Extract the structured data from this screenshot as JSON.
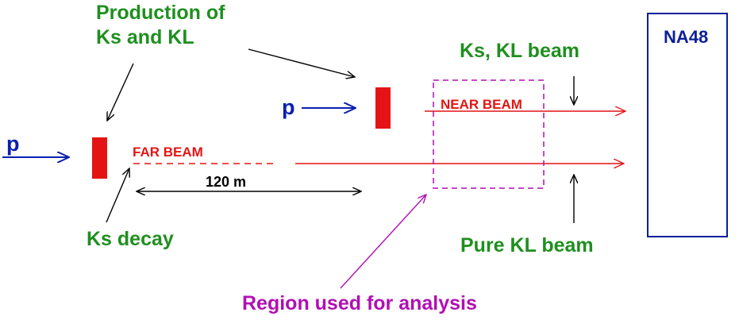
{
  "labels": {
    "production_line1": "Production of",
    "production_line2": "Ks and KL",
    "ks_kl_beam": "Ks, KL beam",
    "na48": "NA48",
    "p_near": "p",
    "p_far": "p",
    "near_beam": "NEAR BEAM",
    "far_beam": "FAR BEAM",
    "distance": "120 m",
    "ks_decay": "Ks decay",
    "pure_kl_beam": "Pure KL beam",
    "region_used": "Region used for analysis"
  },
  "colors": {
    "green_text": "#1f8f1f",
    "blue_proton": "#0b1fb0",
    "red_beam": "#e41414",
    "magenta_region": "#b10fb3",
    "detector_box": "#0c1f9a",
    "black_arrows": "#000000"
  }
}
